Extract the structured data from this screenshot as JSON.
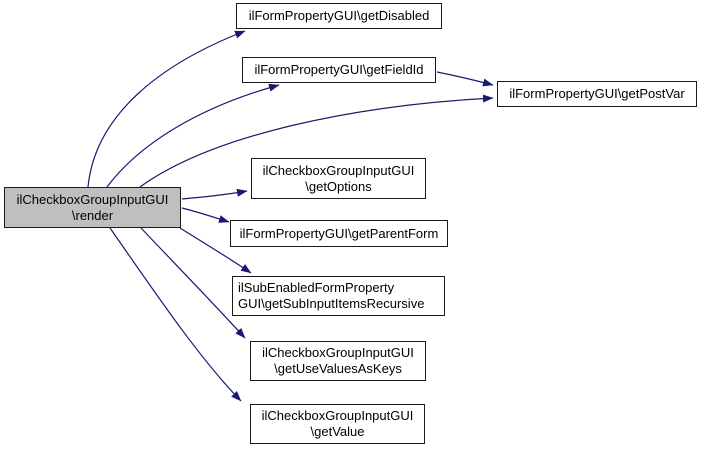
{
  "colors": {
    "edge-color": "#191970",
    "node-border": "#1a1a1a",
    "node-fill": "#ffffff",
    "highlight-fill": "#bfbfbf",
    "text-color": "#000000",
    "background": "#ffffff"
  },
  "nodes": {
    "render": {
      "line1": "ilCheckboxGroupInputGUI",
      "line2": "\\render",
      "highlighted": true
    },
    "get_disabled": {
      "line1": "ilFormPropertyGUI\\getDisabled"
    },
    "get_field_id": {
      "line1": "ilFormPropertyGUI\\getFieldId"
    },
    "get_post_var": {
      "line1": "ilFormPropertyGUI\\getPostVar"
    },
    "get_options": {
      "line1": "ilCheckboxGroupInputGUI",
      "line2": "\\getOptions"
    },
    "get_parent_form": {
      "line1": "ilFormPropertyGUI\\getParentForm"
    },
    "get_sub_input_items_recursive": {
      "line1": "ilSubEnabledFormProperty",
      "line2": "GUI\\getSubInputItemsRecursive"
    },
    "get_use_values_as_keys": {
      "line1": "ilCheckboxGroupInputGUI",
      "line2": "\\getUseValuesAsKeys"
    },
    "get_value": {
      "line1": "ilCheckboxGroupInputGUI",
      "line2": "\\getValue"
    }
  },
  "edges": [
    {
      "from": "render",
      "to": "get_disabled"
    },
    {
      "from": "render",
      "to": "get_field_id"
    },
    {
      "from": "render",
      "to": "get_post_var"
    },
    {
      "from": "get_field_id",
      "to": "get_post_var"
    },
    {
      "from": "render",
      "to": "get_options"
    },
    {
      "from": "render",
      "to": "get_parent_form"
    },
    {
      "from": "render",
      "to": "get_sub_input_items_recursive"
    },
    {
      "from": "render",
      "to": "get_use_values_as_keys"
    },
    {
      "from": "render",
      "to": "get_value"
    }
  ]
}
